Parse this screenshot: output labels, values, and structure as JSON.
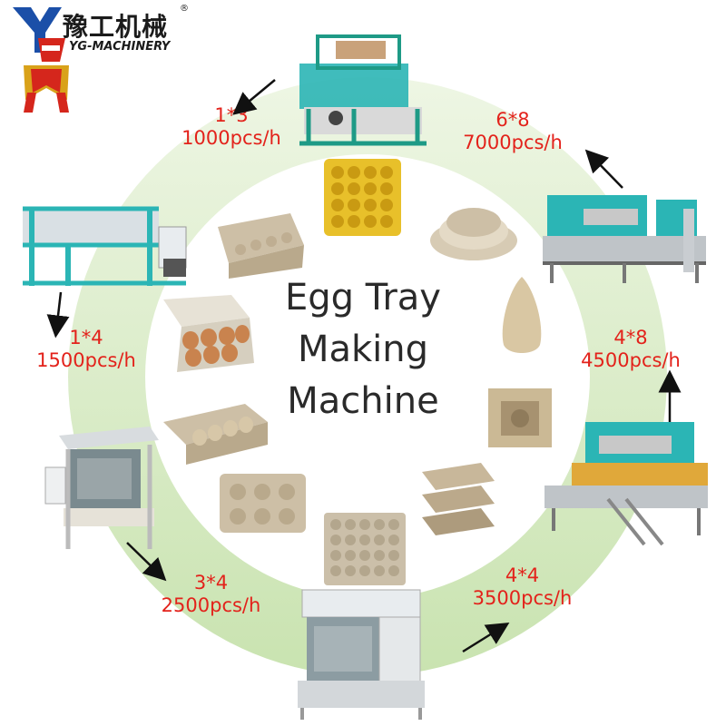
{
  "brand": {
    "name_cn": "豫工机械",
    "name_en": "YG-MACHINERY",
    "reg_mark": "®",
    "colors": {
      "blue": "#1b4fa8",
      "red": "#d5261c",
      "gold": "#d9a21a"
    }
  },
  "title": {
    "line1": "Egg Tray",
    "line2": "Making",
    "line3": "Machine"
  },
  "specs": [
    {
      "model": "1*3",
      "capacity": "1000pcs/h"
    },
    {
      "model": "6*8",
      "capacity": "7000pcs/h"
    },
    {
      "model": "1*4",
      "capacity": "1500pcs/h"
    },
    {
      "model": "4*8",
      "capacity": "4500pcs/h"
    },
    {
      "model": "3*4",
      "capacity": "2500pcs/h"
    },
    {
      "model": "4*4",
      "capacity": "3500pcs/h"
    }
  ],
  "colors": {
    "ring": "#d8ebc4",
    "spec_text": "#e3221b",
    "machine_teal": "#2bb5b5",
    "machine_frame": "#1e9a86",
    "pulp": "#cdbfa6",
    "yellow_tray": "#e8c02a"
  }
}
